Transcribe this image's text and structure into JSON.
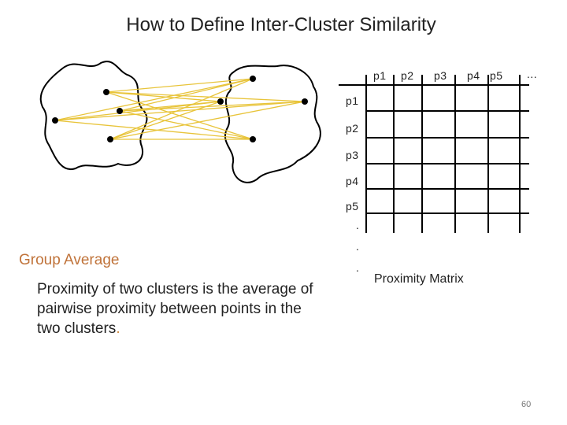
{
  "slide": {
    "title": "How to Define Inter-Cluster Similarity",
    "page_number": "60"
  },
  "matrix": {
    "column_labels": [
      "p1",
      "p2",
      "p3",
      "p4",
      "p5",
      "..."
    ],
    "row_labels": [
      "p1",
      "p2",
      "p3",
      "p4",
      "p5"
    ],
    "row_ellipsis": [
      ".",
      ".",
      "."
    ],
    "caption": "Proximity Matrix"
  },
  "group_average": {
    "heading": "Group Average",
    "body": "Proximity of two clusters is the average of pairwise proximity between points in the two clusters",
    "period": "."
  },
  "colors": {
    "link_line": "#e8c43a",
    "heading": "#c0733a"
  }
}
